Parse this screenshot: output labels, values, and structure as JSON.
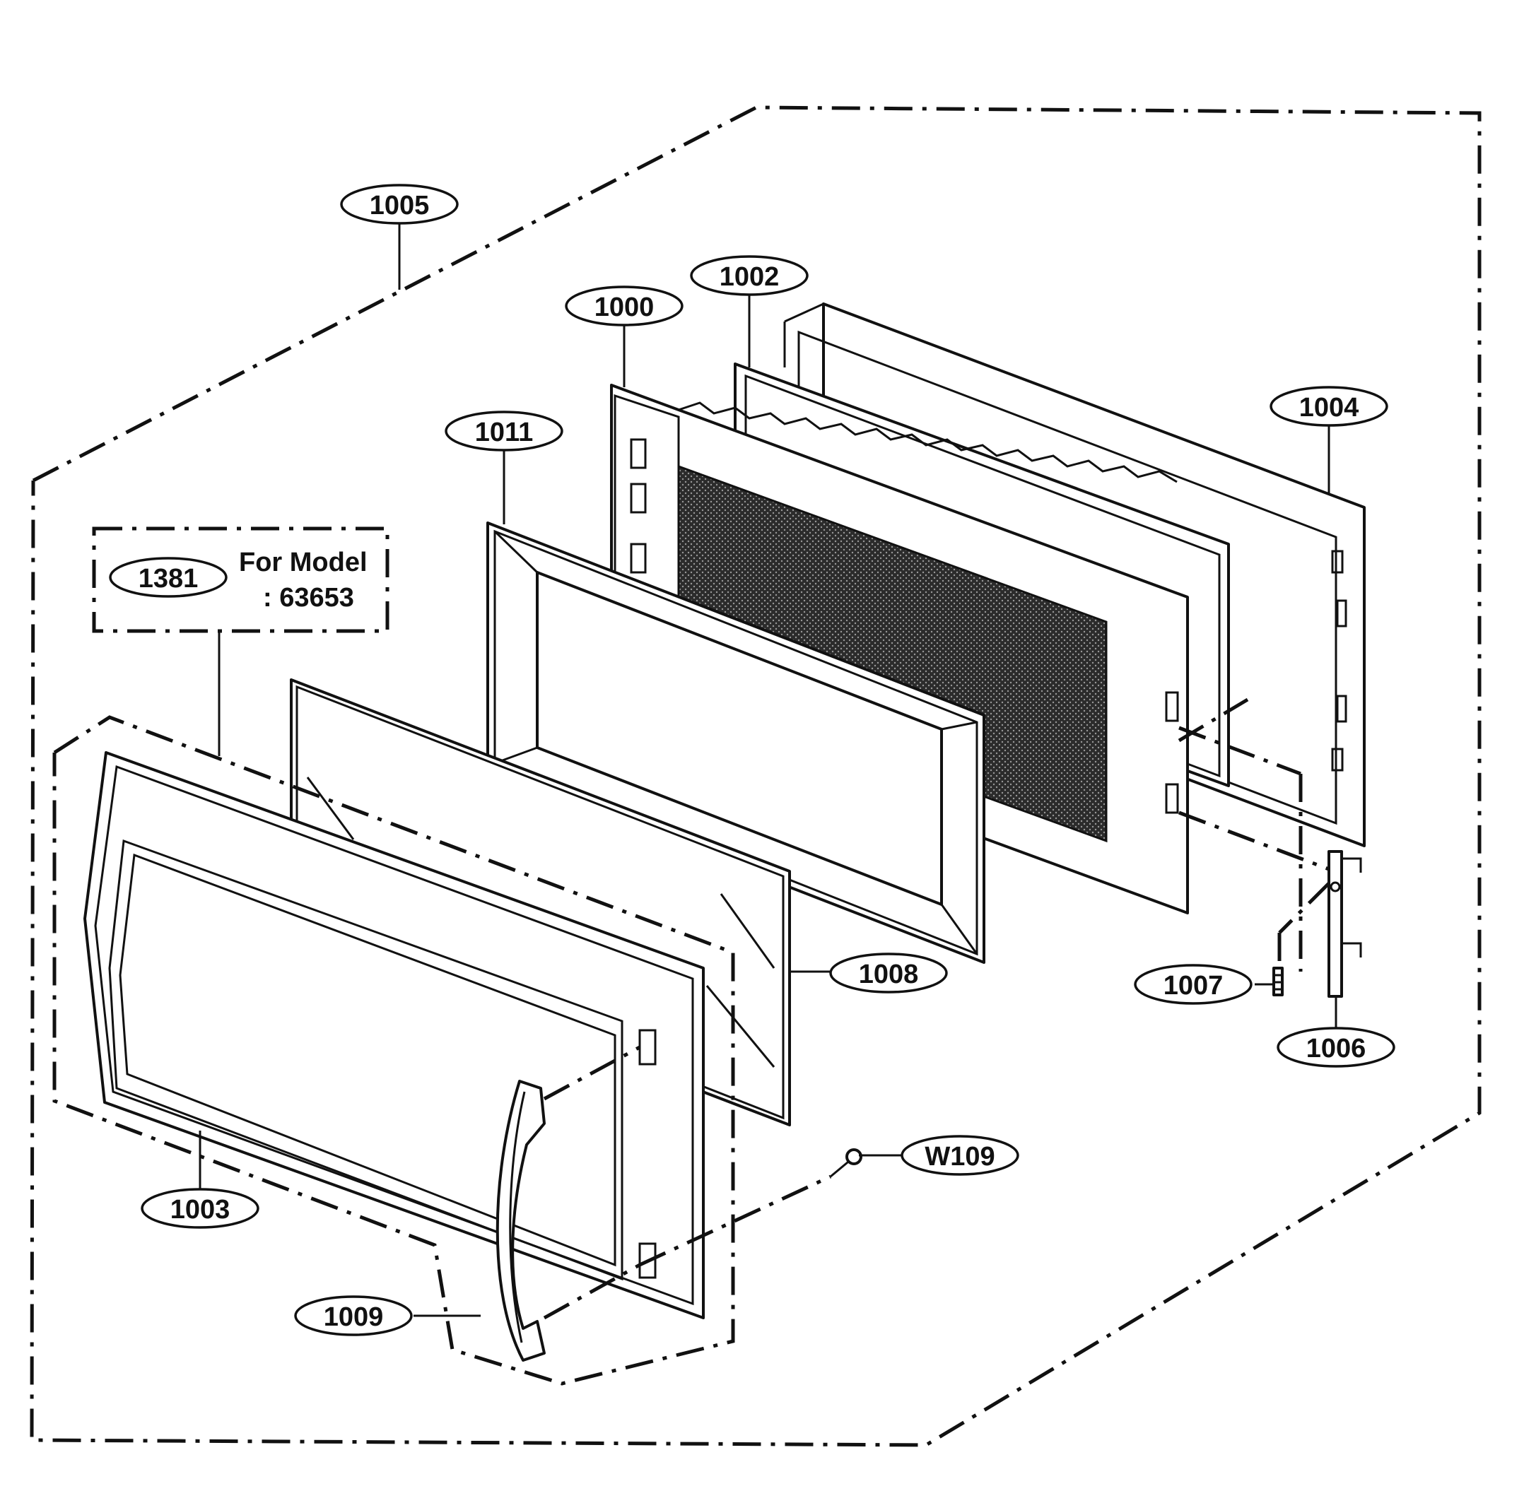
{
  "diagram": {
    "callouts": [
      {
        "id": "1005",
        "label": "1005"
      },
      {
        "id": "1002",
        "label": "1002"
      },
      {
        "id": "1000",
        "label": "1000"
      },
      {
        "id": "1011",
        "label": "1011"
      },
      {
        "id": "1004",
        "label": "1004"
      },
      {
        "id": "1381",
        "label": "1381"
      },
      {
        "id": "1008",
        "label": "1008"
      },
      {
        "id": "1007",
        "label": "1007"
      },
      {
        "id": "1006",
        "label": "1006"
      },
      {
        "id": "W109",
        "label": "W109"
      },
      {
        "id": "1003",
        "label": "1003"
      },
      {
        "id": "1009",
        "label": "1009"
      }
    ],
    "model_note": {
      "line1": "For Model",
      "line2": ": 63653"
    }
  }
}
